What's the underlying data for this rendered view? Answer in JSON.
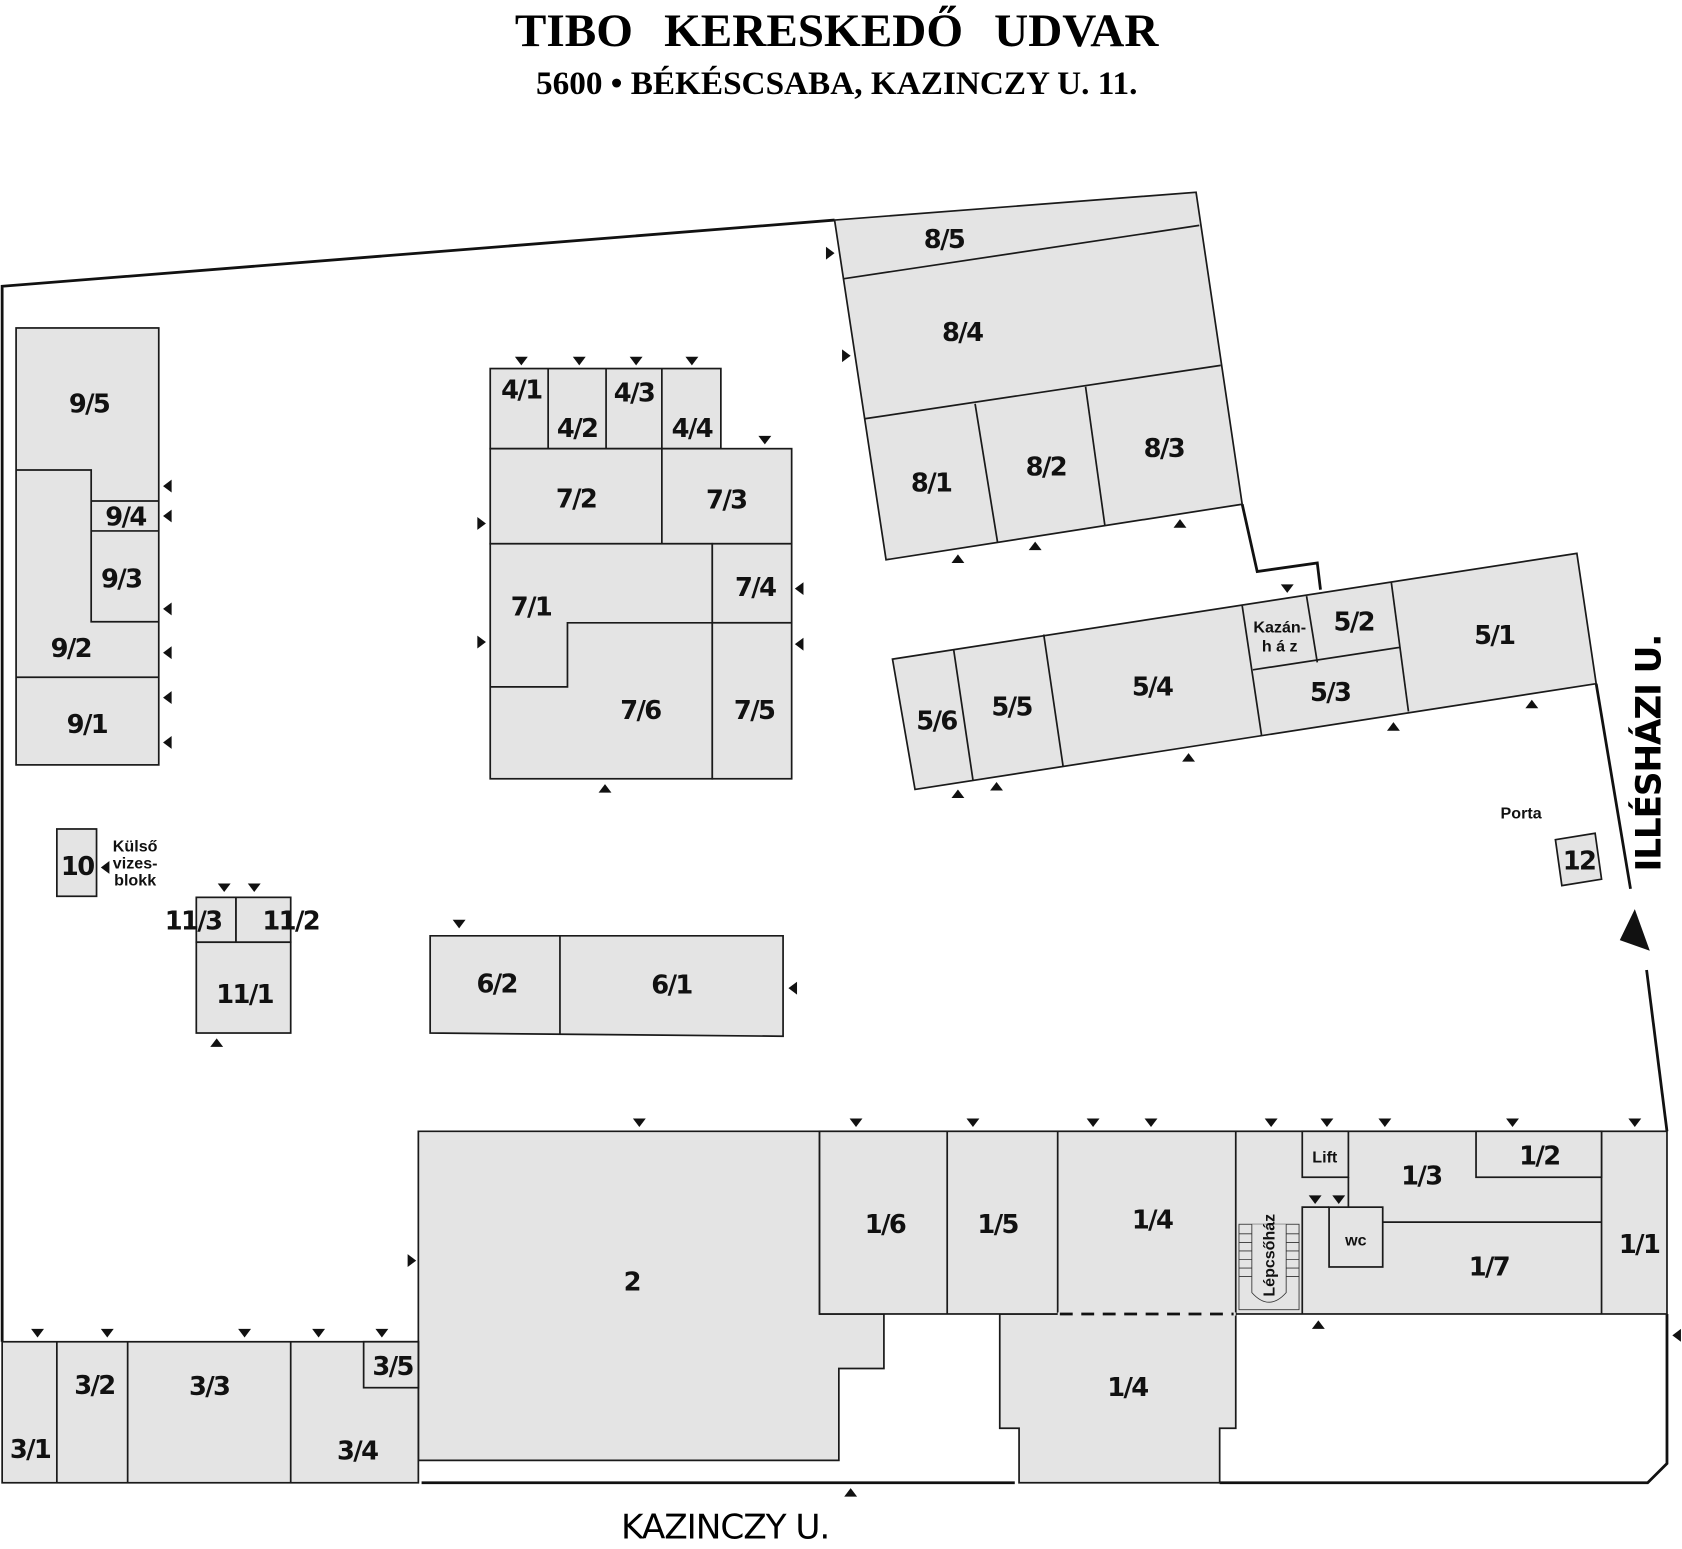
{
  "header": {
    "title": "TIBO KERESKEDŐ UDVAR",
    "subtitle": "5600 • BÉKÉSCSABA, KAZINCZY U. 11."
  },
  "streets": {
    "bottom": "KAZINCZY U.",
    "right": "ILLÉSHÁZI U."
  },
  "units": {
    "u8_5": "8/5",
    "u8_4": "8/4",
    "u8_1": "8/1",
    "u8_2": "8/2",
    "u8_3": "8/3",
    "u4_1": "4/1",
    "u4_2": "4/2",
    "u4_3": "4/3",
    "u4_4": "4/4",
    "u7_1": "7/1",
    "u7_2": "7/2",
    "u7_3": "7/3",
    "u7_4": "7/4",
    "u7_5": "7/5",
    "u7_6": "7/6",
    "u9_1": "9/1",
    "u9_2": "9/2",
    "u9_3": "9/3",
    "u9_4": "9/4",
    "u9_5": "9/5",
    "u10": "10",
    "u11_1": "11/1",
    "u11_2": "11/2",
    "u11_3": "11/3",
    "u6_1": "6/1",
    "u6_2": "6/2",
    "u12": "12",
    "u5_1": "5/1",
    "u5_2": "5/2",
    "u5_3": "5/3",
    "u5_4": "5/4",
    "u5_5": "5/5",
    "u5_6": "5/6",
    "u2": "2",
    "u1_1": "1/1",
    "u1_2": "1/2",
    "u1_3": "1/3",
    "u1_4": "1/4",
    "u1_4b": "1/4",
    "u1_5": "1/5",
    "u1_6": "1/6",
    "u1_7": "1/7",
    "u3_1": "3/1",
    "u3_2": "3/2",
    "u3_3": "3/3",
    "u3_4": "3/4",
    "u3_5": "3/5"
  },
  "facilities": {
    "kazanhaz_1": "Kazán-",
    "kazanhaz_2": "h á z",
    "lift": "Lift",
    "wc": "wc",
    "stairs": "Lépcsőház",
    "porta": "Porta",
    "kulso_1": "Külső",
    "kulso_2": "vizes-",
    "kulso_3": "blokk"
  },
  "colors": {
    "room_fill": "#e4e4e4",
    "line": "#111111"
  }
}
